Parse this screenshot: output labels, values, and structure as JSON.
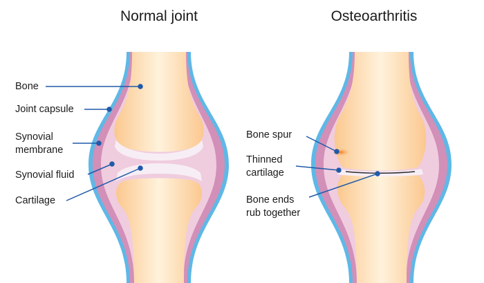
{
  "titles": {
    "normal": "Normal joint",
    "oa": "Osteoarthritis"
  },
  "normal_labels": {
    "bone": "Bone",
    "joint_capsule": "Joint capsule",
    "synovial_membrane_1": "Synovial",
    "synovial_membrane_2": "membrane",
    "synovial_fluid": "Synovial fluid",
    "cartilage": "Cartilage"
  },
  "oa_labels": {
    "bone_spur": "Bone spur",
    "thinned_cartilage_1": "Thinned",
    "thinned_cartilage_2": "cartilage",
    "bone_ends_1": "Bone ends",
    "bone_ends_2": "rub together"
  },
  "colors": {
    "capsule_outline": "#5fb8e6",
    "membrane": "#d28fb8",
    "fluid": "#f0ccdf",
    "bone": "#fcd3a3",
    "bone_highlight": "#fff4e2",
    "cartilage": "#f7eef5",
    "pointer": "#1f5aa8",
    "spur": "#f28a3a"
  }
}
